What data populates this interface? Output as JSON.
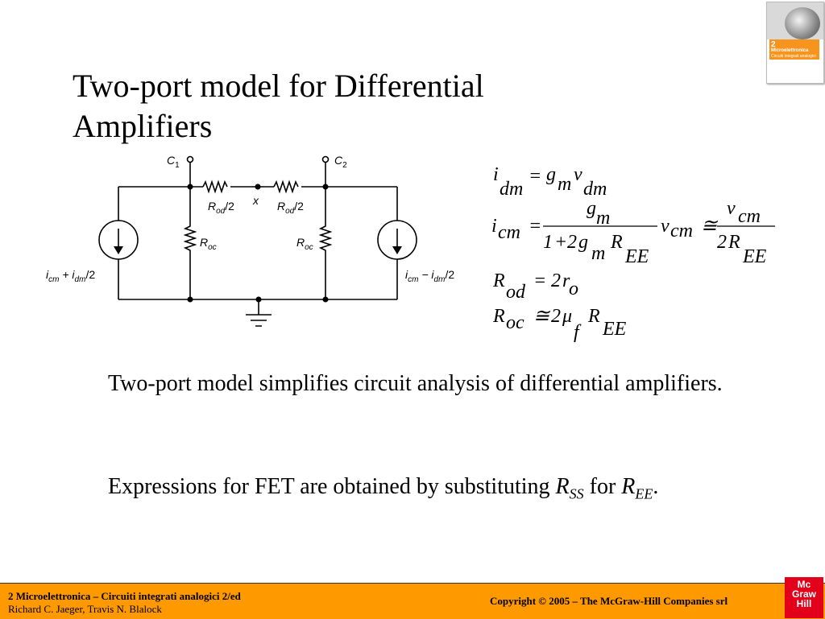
{
  "title": {
    "line1": "Two-port model for Differential",
    "line2": "Amplifiers"
  },
  "book_cover": {
    "number": "2",
    "title": "Microelettronica",
    "subtitle": "Circuiti integrati analogici"
  },
  "circuit": {
    "labels": {
      "c1": "C",
      "c1_sub": "1",
      "c2": "C",
      "c2_sub": "2",
      "rod_left": "R",
      "rod_left_sub": "od",
      "rod_left_div": "/2",
      "x_node": "x",
      "rod_right": "R",
      "rod_right_sub": "od",
      "rod_right_div": "/2",
      "roc_left": "R",
      "roc_left_sub": "oc",
      "roc_right": "R",
      "roc_right_sub": "oc",
      "src_left": "i",
      "src_left_sub1": "cm",
      "src_left_op": " + i",
      "src_left_sub2": "dm",
      "src_left_div": "/2",
      "src_right": "i",
      "src_right_sub1": "cm",
      "src_right_op": " − i",
      "src_right_sub2": "dm",
      "src_right_div": "/2"
    }
  },
  "formulas": {
    "f1": {
      "i": "i",
      "dm": "dm",
      "eq": "=",
      "g": "g",
      "m": "m",
      "v": "v",
      "dm2": "dm"
    },
    "f2": {
      "i": "i",
      "cm": "cm",
      "eq": "=",
      "num_g": "g",
      "num_m": "m",
      "den_1": "1",
      "den_plus": "+",
      "den_2": "2",
      "den_g": "g",
      "den_m": "m",
      "den_R": "R",
      "den_EE": "EE",
      "v": "v",
      "vcm": "cm",
      "approx": "≅",
      "num2_v": "v",
      "num2_cm": "cm",
      "den2_2": "2",
      "den2_R": "R",
      "den2_EE": "EE"
    },
    "f3": {
      "R": "R",
      "od": "od",
      "eq": "=",
      "two": "2",
      "r": "r",
      "o": "o"
    },
    "f4": {
      "R": "R",
      "oc": "oc",
      "approx": "≅",
      "two": "2",
      "mu": "μ",
      "f": "f",
      "R2": "R",
      "EE": "EE"
    }
  },
  "paragraphs": {
    "p1": "Two-port model simplifies circuit analysis of differential amplifiers.",
    "p2_a": "Expressions for FET are obtained by substituting ",
    "p2_R": "R",
    "p2_SS": "SS",
    "p2_for": " for ",
    "p2_R2": "R",
    "p2_EE": "EE",
    "p2_end": "."
  },
  "footer": {
    "left_line1": "2 Microelettronica – Circuiti integrati analogici 2/ed",
    "left_line2": "Richard C. Jaeger, Travis N. Blalock",
    "right": "Copyright © 2005 – The McGraw-Hill Companies srl",
    "logo_line1": "Mc",
    "logo_line2": "Graw",
    "logo_line3": "Hill"
  },
  "colors": {
    "footer_bg": "#ff9900",
    "logo_red": "#e2001a",
    "cover_orange": "#f7941d"
  }
}
